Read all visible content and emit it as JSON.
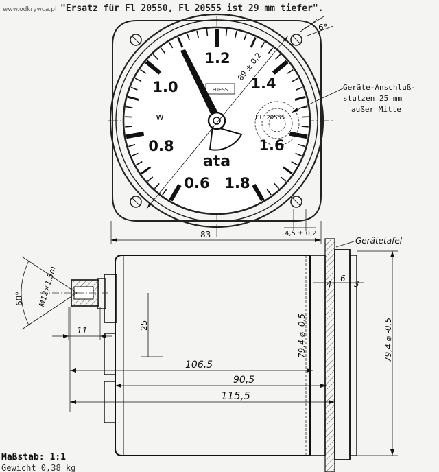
{
  "watermark": "www.odkrywca.pl",
  "header_note": "\"Ersatz für Fl 20550, Fl 20555 ist 29 mm tiefer\".",
  "gauge": {
    "scale_labels": [
      "1.0",
      "1.2",
      "1.4",
      "0.8",
      "1.6",
      "0.6",
      "1.8"
    ],
    "unit": "ata",
    "w_mark": "w",
    "part_number": "Fl 20555",
    "logo_text": "FUESS"
  },
  "callouts": {
    "angle_top": "6°",
    "bore_diameter": "89 ± 0,2",
    "connector_note_lines": [
      "Geräte-Anschluß-",
      "stutzen 25 mm",
      "außer Mitte"
    ],
    "width": "83",
    "offset": "4,5 ± 0,2",
    "panel": "Gerätetafel"
  },
  "side_view": {
    "thread_angle": "60°",
    "thread": "M12×1,5m",
    "stub_length": "11",
    "offset": "25",
    "d1": "106,5",
    "d2": "90,5",
    "d3": "115,5",
    "t4": "4",
    "t6": "6",
    "t3": "3",
    "diam_front": "79,4 ⌀ -0,5",
    "diam_rear": "79,4 ⌀ -0,5"
  },
  "footer": {
    "scale": "Maßstab: 1:1",
    "weight": "Gewicht 0,38 kg"
  }
}
